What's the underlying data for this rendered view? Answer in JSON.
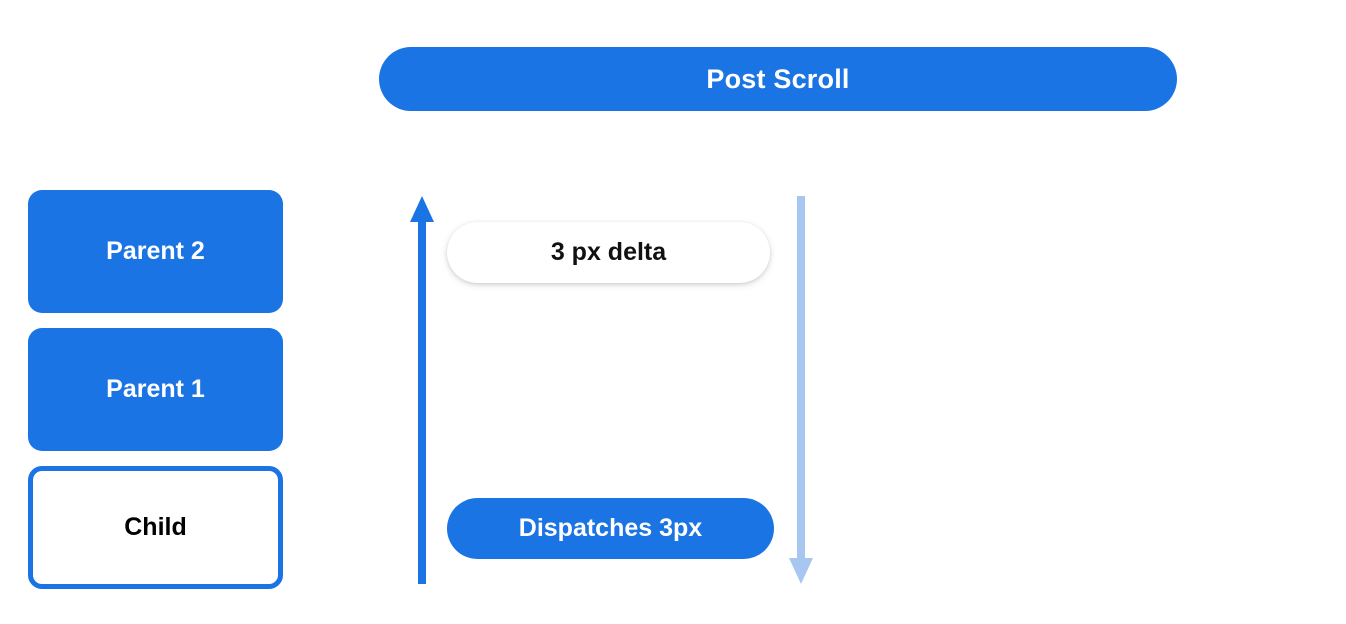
{
  "header": {
    "title": "Post Scroll"
  },
  "hierarchy": {
    "nodes": [
      {
        "label": "Parent 2",
        "style": "filled"
      },
      {
        "label": "Parent 1",
        "style": "filled"
      },
      {
        "label": "Child",
        "style": "outlined"
      }
    ]
  },
  "flow": {
    "pills": [
      {
        "label": "3 px delta",
        "style": "white"
      },
      {
        "label": "Dispatches 3px",
        "style": "blue"
      }
    ],
    "arrows": [
      {
        "name": "scroll-up-arrow",
        "direction": "up",
        "color": "#1b74e4"
      },
      {
        "name": "scroll-down-arrow",
        "direction": "down",
        "color": "#a8c7f0"
      }
    ]
  },
  "colors": {
    "brand_blue": "#1b74e4",
    "light_blue": "#a8c7f0",
    "background": "#ffffff",
    "text_dark": "#111111",
    "text_light": "#ffffff"
  }
}
